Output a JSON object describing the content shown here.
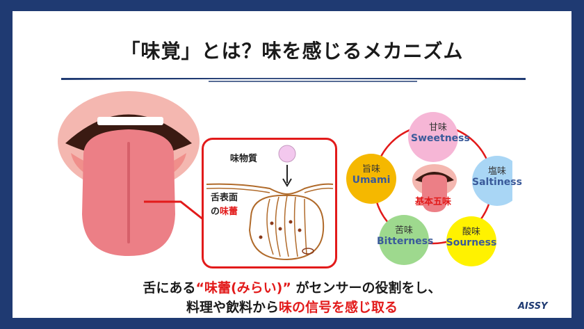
{
  "title": "「味覚」とは？味を感じるメカニズム",
  "inset": {
    "substance_label": "味物質",
    "surface_label": "舌表面",
    "taste_bud_prefix": "の",
    "taste_bud_label": "味蕾"
  },
  "tastes": [
    {
      "jp": "甘味",
      "en": "Sweetness",
      "color": "#f6b6d6"
    },
    {
      "jp": "塩味",
      "en": "Saltiness",
      "color": "#a9d6f5"
    },
    {
      "jp": "酸味",
      "en": "Sourness",
      "color": "#fff200"
    },
    {
      "jp": "苦味",
      "en": "Bitterness",
      "color": "#9ed98e"
    },
    {
      "jp": "旨味",
      "en": "Umami",
      "color": "#f5b800"
    }
  ],
  "center_label": "基本五味",
  "bottom": {
    "line1_a": "舌にある",
    "line1_highlight": "“味蕾(みらい)”",
    "line1_b": " がセンサーの役割をし、",
    "line2_a": "料理や飲料から",
    "line2_highlight": "味の信号を感じ取る"
  },
  "logo": "AISSY",
  "colors": {
    "accent": "#e21a1a",
    "frame": "#1f3a72"
  }
}
